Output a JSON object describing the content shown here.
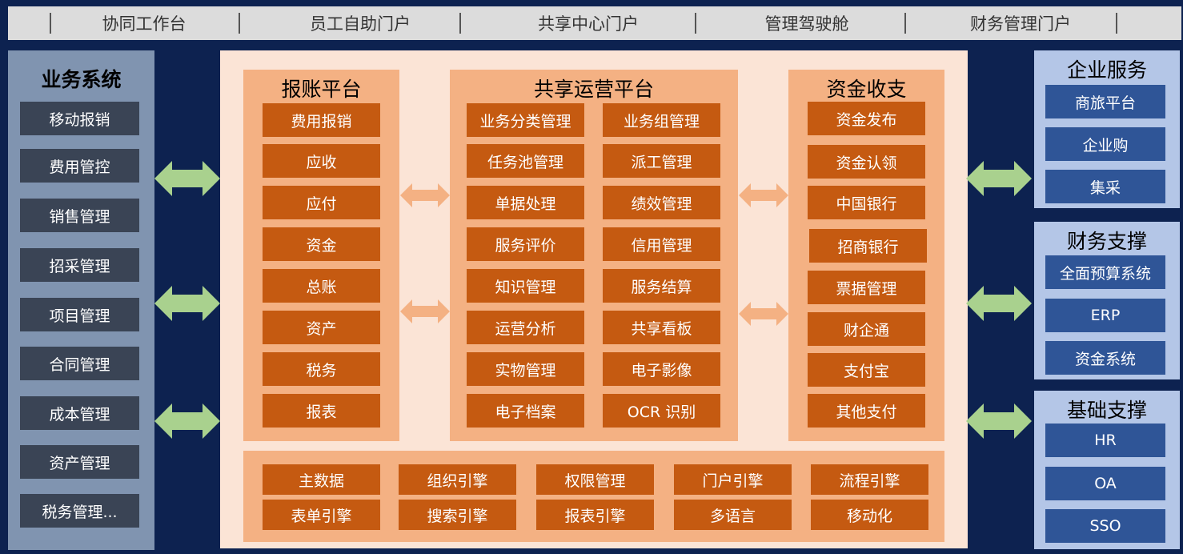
{
  "top_nav": [
    "协同工作台",
    "员工自助门户",
    "共享中心门户",
    "管理驾驶舱",
    "财务管理门户"
  ],
  "business_systems": {
    "title": "业务系统",
    "items": [
      "移动报销",
      "费用管控",
      "销售管理",
      "招采管理",
      "项目管理",
      "合同管理",
      "成本管理",
      "资产管理",
      "税务管理..."
    ]
  },
  "reimbursement": {
    "title": "报账平台",
    "items": [
      "费用报销",
      "应收",
      "应付",
      "资金",
      "总账",
      "资产",
      "税务",
      "报表"
    ]
  },
  "shared_ops": {
    "title": "共享运营平台",
    "left_items": [
      "业务分类管理",
      "任务池管理",
      "单据处理",
      "服务评价",
      "知识管理",
      "运营分析",
      "实物管理",
      "电子档案"
    ],
    "right_items": [
      "业务组管理",
      "派工管理",
      "绩效管理",
      "信用管理",
      "服务结算",
      "共享看板",
      "电子影像",
      "OCR 识别"
    ]
  },
  "funds": {
    "title": "资金收支",
    "items": [
      "资金发布",
      "资金认领",
      "中国银行",
      "招商银行",
      "票据管理",
      "财企通",
      "支付宝",
      "其他支付"
    ]
  },
  "engines": {
    "row1": [
      "主数据",
      "组织引擎",
      "权限管理",
      "门户引擎",
      "流程引擎"
    ],
    "row2": [
      "表单引擎",
      "搜索引擎",
      "报表引擎",
      "多语言",
      "移动化"
    ]
  },
  "enterprise_services": {
    "title": "企业服务",
    "items": [
      "商旅平台",
      "企业购",
      "集采"
    ]
  },
  "finance_support": {
    "title": "财务支撑",
    "items": [
      "全面预算系统",
      "ERP",
      "资金系统"
    ]
  },
  "infra_support": {
    "title": "基础支撑",
    "items": [
      "HR",
      "OA",
      "SSO"
    ]
  },
  "colors": {
    "background": "#0d2250",
    "orange_box": "#c55a11",
    "light_orange": "#f4b183",
    "cream": "#fbe4d6",
    "blue_box": "#2f5597",
    "light_blue": "#b4c6e7",
    "dark_gray_box": "#3a4455",
    "green_arrow": "#a9d18e",
    "orange_arrow": "#f4b183"
  }
}
